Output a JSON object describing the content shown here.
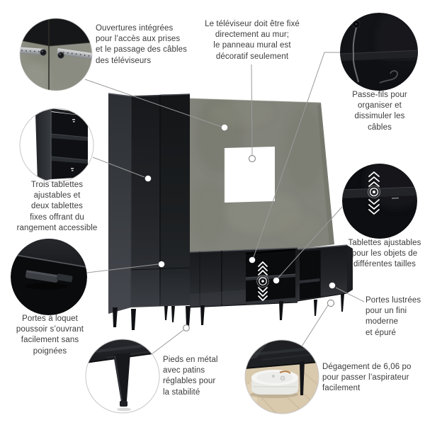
{
  "figure": {
    "type": "product-feature-diagram",
    "language": "fr",
    "subject": "Meuble mural pour téléviseur avec panneau décoratif"
  },
  "palette": {
    "background": "#ffffff",
    "cabinet_black": "#1b1d20",
    "panel_concrete": "#82837a",
    "tv_cutout_white": "#ffffff",
    "text": "#3b3b3b",
    "connector_line": "#9a9a9a",
    "floor_wood": "#d9c9ad",
    "metal_strip": "#aeb1b4"
  },
  "icons": {
    "adjustable_shelf_arrows": "up-down-chevrons-with-ring-dot",
    "callout_dot": "white-dot",
    "callout_ring": "white-ring-dot"
  },
  "annotations": {
    "cable_openings": {
      "lines": [
        "Ouvertures intégrées",
        "pour l’accès aux prises",
        "et le passage des câbles",
        "des téléviseurs"
      ]
    },
    "tv_mount_note": {
      "lines": [
        "Le téléviseur doit être fixé",
        "directement au mur;",
        "le panneau mural est",
        "décoratif seulement"
      ]
    },
    "wire_management": {
      "lines": [
        "Passe-fils pour",
        "organiser et",
        "dissimuler les",
        "câbles"
      ]
    },
    "storage_shelves": {
      "lines": [
        "Trois tablettes",
        "ajustables et",
        "deux tablettes",
        "fixes offrant du",
        "rangement accessible"
      ]
    },
    "push_latch_doors": {
      "lines": [
        "Portes à loquet",
        "poussoir s’ouvrant",
        "facilement sans",
        "poignées"
      ]
    },
    "adjustable_shelves": {
      "lines": [
        "Tablettes ajustables",
        "pour les objets de",
        "différentes tailles"
      ]
    },
    "glossy_doors": {
      "lines": [
        "Portes lustrées",
        "pour un fini",
        "moderne",
        "et épuré"
      ]
    },
    "metal_legs": {
      "lines": [
        "Pieds en métal",
        "avec patins",
        "réglables pour",
        "la stabilité"
      ]
    },
    "vacuum_clearance": {
      "lines": [
        "Dégagement de 6,06 po",
        "pour passer l’aspirateur",
        "facilement"
      ]
    }
  }
}
